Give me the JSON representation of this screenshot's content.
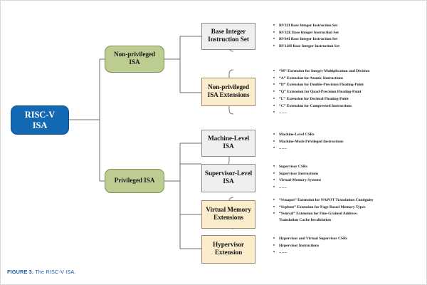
{
  "figure": {
    "caption_label": "FIGURE 3.",
    "caption_text": "The RISC-V ISA.",
    "caption_color": "#1f5fa9"
  },
  "colors": {
    "root_fill": "#1268b3",
    "root_text": "#ffffff",
    "green_fill": "#bdcd92",
    "gray_fill": "#efefef",
    "cream_fill": "#fbeccb",
    "line": "#6e6e6e"
  },
  "diagram": {
    "root": {
      "label": "RISC-V\nISA",
      "line1": "RISC-V",
      "line2": "ISA"
    },
    "level1": [
      {
        "name": "non-privileged-isa",
        "line1": "Non-privileged",
        "line2": "ISA"
      },
      {
        "name": "privileged-isa",
        "line1": "Privileged ISA",
        "line2": ""
      }
    ],
    "level2": [
      {
        "name": "base-integer-instruction-set",
        "line1": "Base Integer",
        "line2": "Instruction Set",
        "style": "gray",
        "bullets": [
          "RV32I Base Integer Instruction Set",
          "RV32E Base Integer Instruction Set",
          "RV64I Base Integer Instruction Set",
          "RV128I Base Integer Instruction Set"
        ]
      },
      {
        "name": "non-privileged-isa-extensions",
        "line1": "Non-privileged",
        "line2": "ISA Extensions",
        "style": "cream",
        "bullets": [
          "“M”  Extension for Integer Multiplication and Division",
          "“A”  Extension for Atomic Instructions",
          "“D”  Extension for Double-Precision Floating-Point",
          "“Q”  Extension for Quad-Precision Floating-Point",
          "“L”  Extension for Decimal Floating-Point",
          "“C”  Extension for Compressed Instructions",
          "……"
        ]
      },
      {
        "name": "machine-level-isa",
        "line1": "Machine-Level",
        "line2": "ISA",
        "style": "gray",
        "bullets": [
          "Machine-Level CSRs",
          "Machine-Mode Privileged Instructions",
          "……"
        ]
      },
      {
        "name": "supervisor-level-isa",
        "line1": "Supervisor-Level",
        "line2": "ISA",
        "style": "gray",
        "bullets": [
          "Supervisor CSRs",
          "Supervisor Instructions",
          "Virtual-Memory Systems",
          "……"
        ]
      },
      {
        "name": "virtual-memory-extensions",
        "line1": "Virtual Memory",
        "line2": "Extensions",
        "style": "cream",
        "bullets": [
          "“Svnapot”  Extension for NAPOT Translation Contiguity",
          "“Svpbmt”  Extension for Page-Based Memory Types",
          "“Svinval”  Extension for Fine-Grained Address-\nTranslation Cache Invalidation"
        ]
      },
      {
        "name": "hypervisor-extension",
        "line1": "Hypervisor",
        "line2": "Extension",
        "style": "cream",
        "bullets": [
          "Hypervisor and Virtual Supervisor CSRs",
          "Hypervisor Instructions",
          "……"
        ]
      }
    ]
  }
}
